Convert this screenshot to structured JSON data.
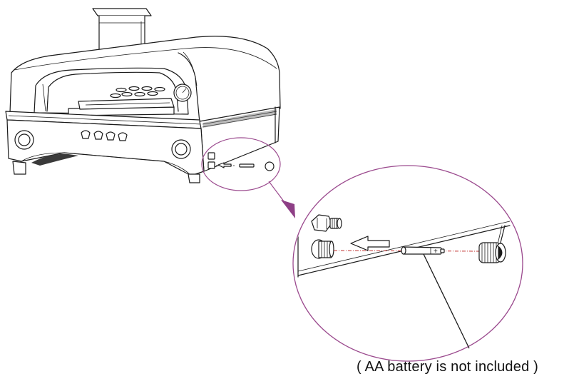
{
  "caption": "( AA battery is not included )",
  "battery_polarity": "+",
  "colors": {
    "callout_outline": "#9b4a8e",
    "callout_arrow": "#8e3f86",
    "insertion_guide": "#c0302f",
    "line_art": "#1a1a1a"
  },
  "icons": [
    "pizza-oven",
    "gas-control-knob",
    "ignition-button",
    "battery-cap",
    "aa-battery",
    "insert-direction-arrow",
    "magnifier-callout"
  ]
}
